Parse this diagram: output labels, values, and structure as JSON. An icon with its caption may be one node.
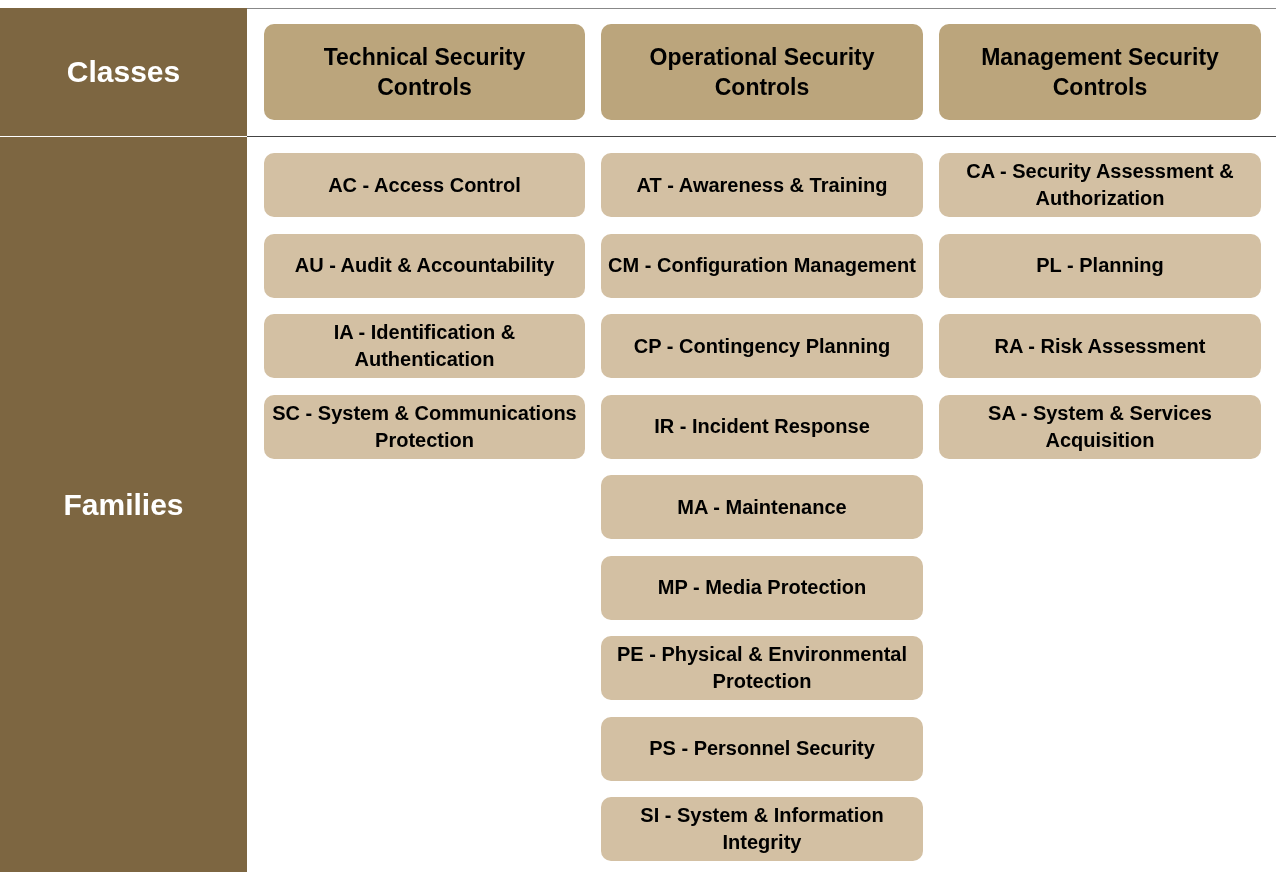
{
  "diagram": {
    "nodes": [
      {
        "text": [
          "Classes"
        ]
      },
      {
        "text": [
          "Families"
        ]
      },
      {
        "text": [
          "Technical Security Controls"
        ]
      },
      {
        "text": [
          "Operational Security Controls"
        ]
      },
      {
        "text": [
          "Management Security Controls"
        ]
      },
      {
        "text": [
          "AC - Access Control"
        ]
      },
      {
        "text": [
          "AU - Audit & Accountability"
        ]
      },
      {
        "text": [
          "IA - Identification & Authentication"
        ]
      },
      {
        "text": [
          "SC - System & Communications Protection"
        ]
      },
      {
        "text": [
          "AT - Awareness & Training"
        ]
      },
      {
        "text": [
          "CM - Configuration Management"
        ]
      },
      {
        "text": [
          "CP - Contingency Planning"
        ]
      },
      {
        "text": [
          "IR - Incident Response"
        ]
      },
      {
        "text": [
          "MA - Maintenance"
        ]
      },
      {
        "text": [
          "MP - Media Protection"
        ]
      },
      {
        "text": [
          "PE - Physical & Environmental Protection"
        ]
      },
      {
        "text": [
          "PS - Personnel Security"
        ]
      },
      {
        "text": [
          "SI - System & Information Integrity"
        ]
      },
      {
        "text": [
          "CA - Security Assessment & Authorization"
        ]
      },
      {
        "text": [
          "PL - Planning"
        ]
      },
      {
        "text": [
          "RA - Risk Assessment"
        ]
      },
      {
        "text": [
          "SA - System & Services Acquisition"
        ]
      }
    ]
  }
}
